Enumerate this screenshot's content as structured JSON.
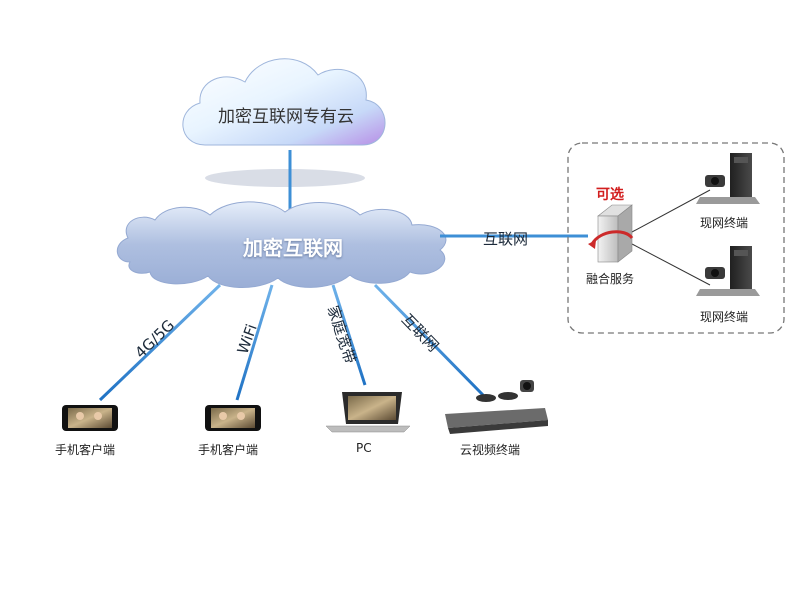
{
  "private_cloud": {
    "label": "加密互联网专有云"
  },
  "encrypted_internet": {
    "label": "加密互联网"
  },
  "links": {
    "to_fusion": "互联网",
    "mobile_4g5g": "4G/5G",
    "wifi": "WiFi",
    "home_broadband": "家庭宽带",
    "internet": "互联网"
  },
  "clients": {
    "mobile_client_1": "手机客户端",
    "mobile_client_2": "手机客户端",
    "pc": "PC",
    "cloud_video_terminal": "云视频终端"
  },
  "fusion": {
    "optional_label": "可选",
    "server_label": "融合服务",
    "terminal_1": "现网终端",
    "terminal_2": "现网终端"
  },
  "colors": {
    "link_line": "#3d8fd6",
    "optional_text": "#d21e1e",
    "dashed_border": "#777777"
  }
}
